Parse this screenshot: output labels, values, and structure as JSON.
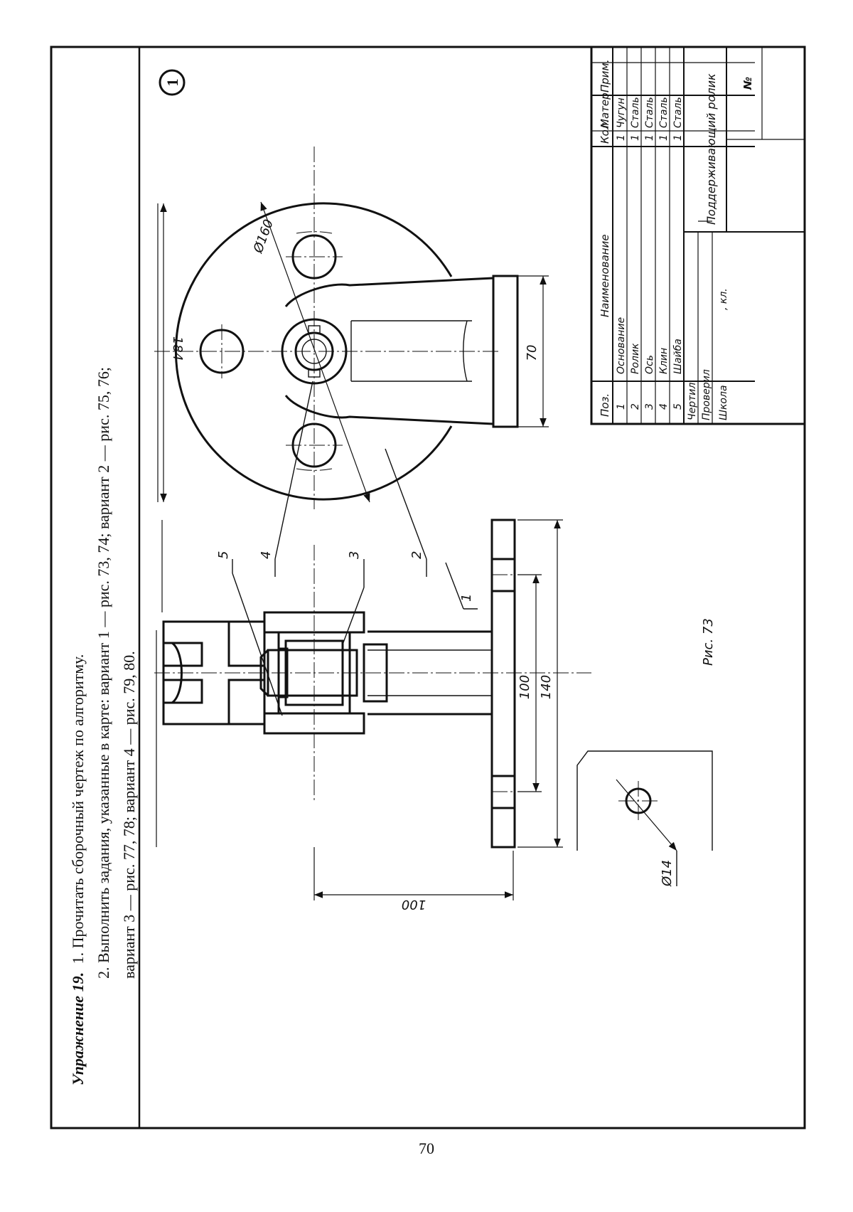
{
  "exercise": {
    "title_bold": "Упражнение 19.",
    "line1": "1. Прочитать сборочный чертеж по алгоритму.",
    "line2": "2. Выполнить задания, указанные в карте: вариант 1 — рис. 73, 74; вариант 2 — рис. 75, 76;",
    "line3": "вариант 3 — рис. 77, 78; вариант 4 — рис. 79, 80."
  },
  "variant_badge": "1",
  "figure_caption": "Рис. 73",
  "dimensions": {
    "d184": "184",
    "d160": "Ø160",
    "d70": "70",
    "d100_h": "100",
    "d140": "140",
    "d100_v": "100",
    "d14": "Ø14"
  },
  "leaders": [
    "1",
    "2",
    "3",
    "4",
    "5"
  ],
  "spec_table": {
    "headers": [
      "Поз.",
      "Наименование",
      "Кол.",
      "Матер.",
      "Прим."
    ],
    "rows": [
      [
        "1",
        "Основание",
        "1",
        "Чугун",
        ""
      ],
      [
        "2",
        "Ролик",
        "1",
        "Сталь",
        ""
      ],
      [
        "3",
        "Ось",
        "1",
        "Сталь",
        ""
      ],
      [
        "4",
        "Клин",
        "1",
        "Сталь",
        ""
      ],
      [
        "5",
        "Шайба",
        "1",
        "Сталь",
        ""
      ]
    ],
    "signatures": [
      "Чертил",
      "Проверил"
    ],
    "school": "Школа",
    "class_label": ", кл.",
    "title": "Поддерживающий ролик",
    "number_label": "№"
  },
  "page_number": "70"
}
